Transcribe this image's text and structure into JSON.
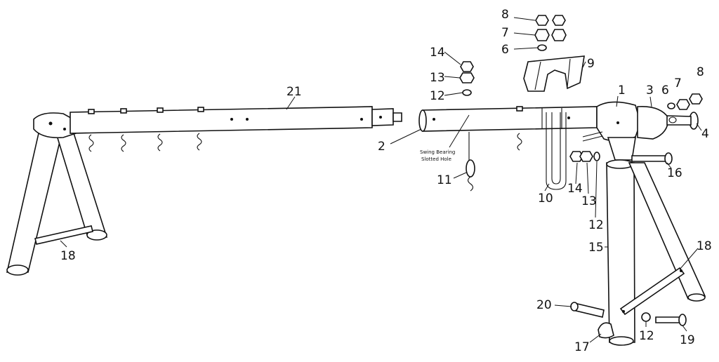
{
  "note": {
    "line1": "Swing Bearing",
    "line2": "Slotted Hole"
  },
  "labels": {
    "p1": "1",
    "p2": "2",
    "p3": "3",
    "p4": "4",
    "p6a": "6",
    "p6b": "6",
    "p7a": "7",
    "p7b": "7",
    "p8a": "8",
    "p8b": "8",
    "p9": "9",
    "p10": "10",
    "p11": "11",
    "p12a": "12",
    "p12b": "12",
    "p12c": "12",
    "p13a": "13",
    "p13b": "13",
    "p14a": "14",
    "p14b": "14",
    "p15": "15",
    "p16": "16",
    "p17": "17",
    "p18a": "18",
    "p18b": "18",
    "p19": "19",
    "p20": "20",
    "p21": "21"
  },
  "colors": {
    "ink": "#111111",
    "paper": "#ffffff"
  }
}
